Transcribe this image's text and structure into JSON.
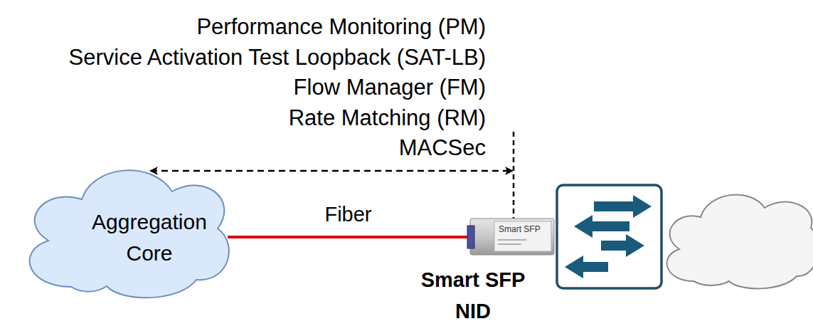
{
  "diagram": {
    "nodes": [
      {
        "text": [
          "Aggregation Core"
        ]
      },
      {
        "text": [
          "Smart SFP",
          "Smart SFP NID"
        ]
      }
    ],
    "edges": [
      {
        "from": 0,
        "to": 1,
        "arrow": "none",
        "label": "Fiber"
      }
    ],
    "labels": [
      "Performance Monitoring (PM)",
      "Service Activation Test Loopback (SAT-LB)",
      "Flow Manager (FM)",
      "Rate Matching (RM)",
      "MACSec"
    ]
  }
}
